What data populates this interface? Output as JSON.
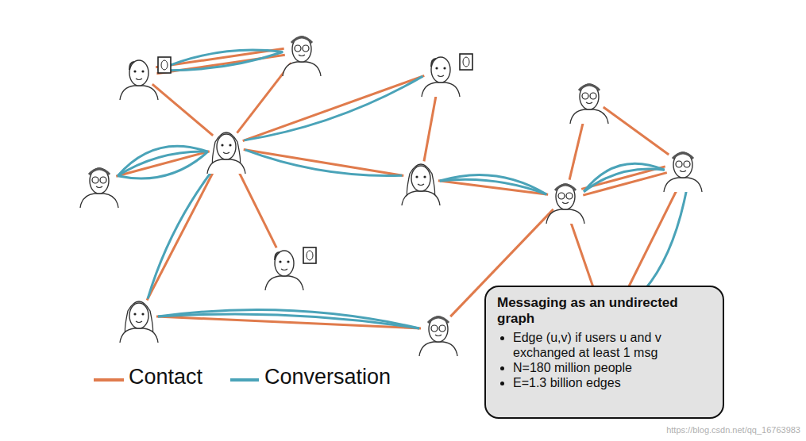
{
  "diagram": {
    "nodes": [
      {
        "text": [
          "Messaging as an undirected graph",
          "Edge (u,v) if users u and v exchanged at least 1 msg",
          "N=180 million people",
          "E=1.3 billion edges"
        ]
      }
    ],
    "labels": [
      "https://blog.csdn.net/qq_16763983"
    ],
    "legend": [
      {
        "text": "Contact"
      },
      {
        "text": "Conversation"
      }
    ]
  }
}
